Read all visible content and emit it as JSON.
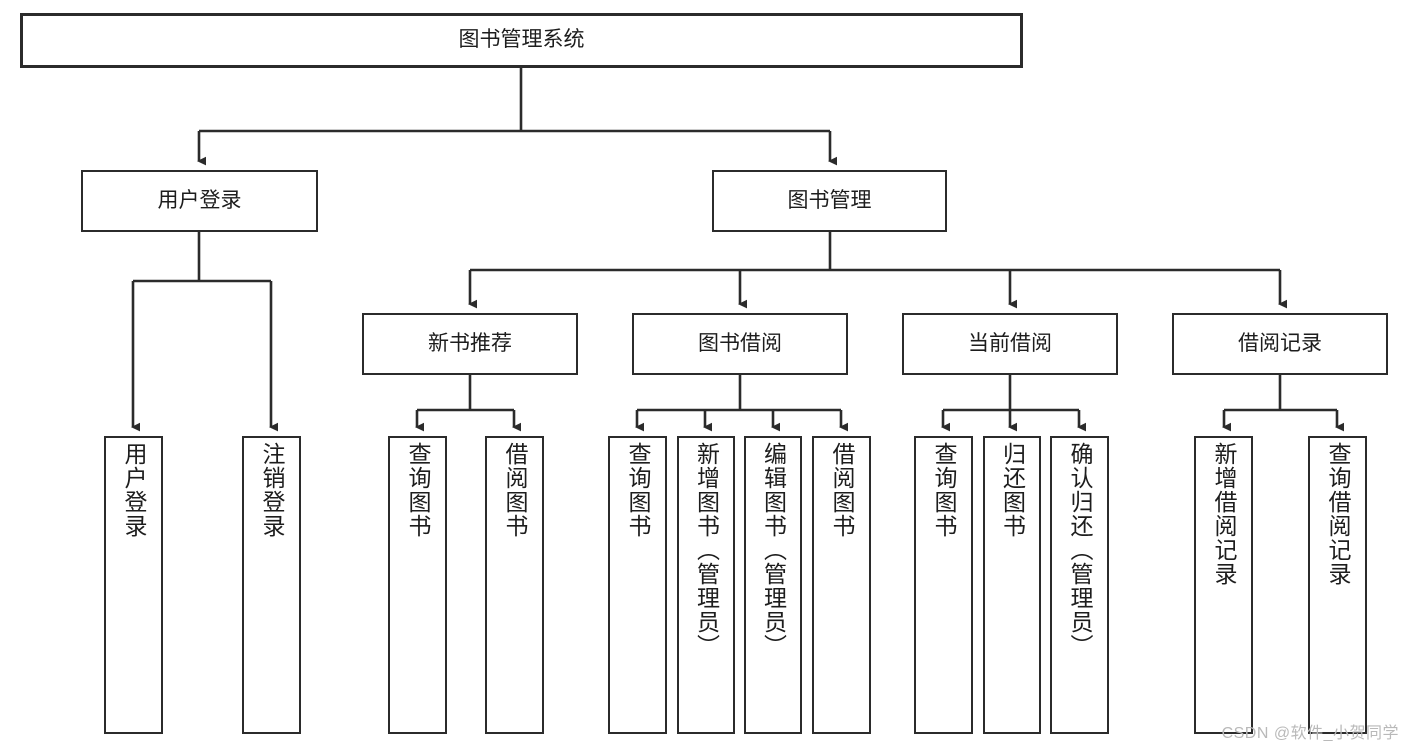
{
  "diagram": {
    "type": "hierarchy-tree",
    "title": "图书管理系统",
    "root": {
      "id": "root",
      "label": "图书管理系统"
    },
    "level2": [
      {
        "id": "user-login",
        "label": "用户登录"
      },
      {
        "id": "book-manage",
        "label": "图书管理"
      }
    ],
    "level3": [
      {
        "id": "new-book-recommend",
        "label": "新书推荐",
        "parent": "book-manage"
      },
      {
        "id": "book-borrow",
        "label": "图书借阅",
        "parent": "book-manage"
      },
      {
        "id": "current-borrow",
        "label": "当前借阅",
        "parent": "book-manage"
      },
      {
        "id": "borrow-record",
        "label": "借阅记录",
        "parent": "book-manage"
      }
    ],
    "leaves": [
      {
        "id": "leaf-user-login",
        "label": "用户登录",
        "parent": "user-login"
      },
      {
        "id": "leaf-logout",
        "label": "注销登录",
        "parent": "user-login"
      },
      {
        "id": "leaf-query-book-1",
        "label": "查询图书",
        "parent": "new-book-recommend"
      },
      {
        "id": "leaf-borrow-book-1",
        "label": "借阅图书",
        "parent": "new-book-recommend"
      },
      {
        "id": "leaf-query-book-2",
        "label": "查询图书",
        "parent": "book-borrow"
      },
      {
        "id": "leaf-add-book",
        "label": "新增图书（管理员）",
        "parent": "book-borrow"
      },
      {
        "id": "leaf-edit-book",
        "label": "编辑图书（管理员）",
        "parent": "book-borrow"
      },
      {
        "id": "leaf-borrow-book-2",
        "label": "借阅图书",
        "parent": "book-borrow"
      },
      {
        "id": "leaf-query-book-3",
        "label": "查询图书",
        "parent": "current-borrow"
      },
      {
        "id": "leaf-return-book",
        "label": "归还图书",
        "parent": "current-borrow"
      },
      {
        "id": "leaf-confirm-return",
        "label": "确认归还（管理员）",
        "parent": "current-borrow"
      },
      {
        "id": "leaf-add-record",
        "label": "新增借阅记录",
        "parent": "borrow-record"
      },
      {
        "id": "leaf-query-record",
        "label": "查询借阅记录",
        "parent": "borrow-record"
      }
    ],
    "watermark": "CSDN @软件_小贺同学",
    "colors": {
      "stroke": "#2b2b2b",
      "fill": "#ffffff",
      "text": "#1d1d1d",
      "watermark": "#b9b9b9"
    }
  }
}
